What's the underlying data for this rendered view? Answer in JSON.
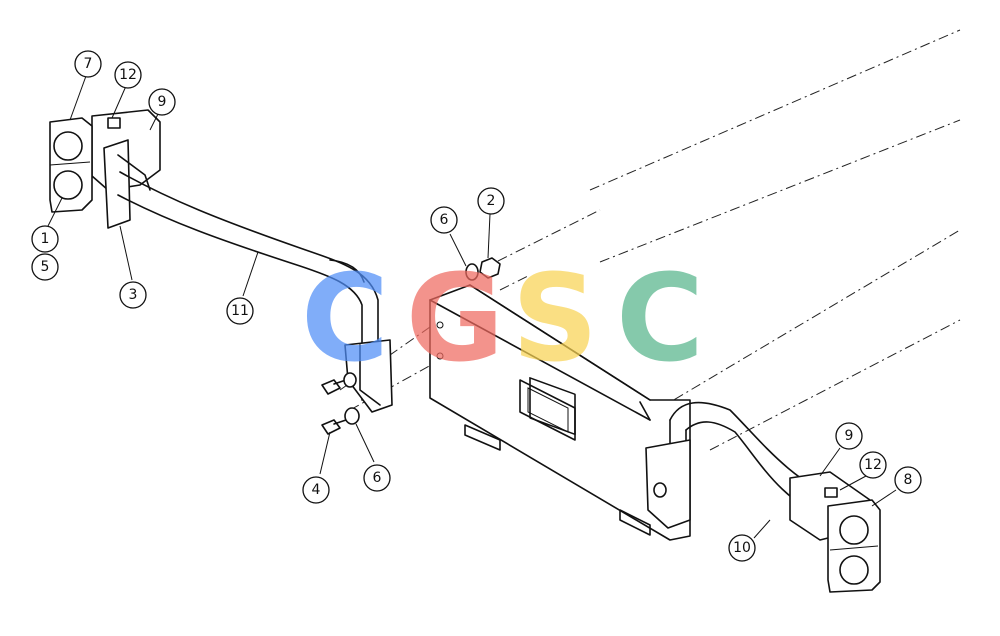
{
  "callouts": [
    {
      "label": "7"
    },
    {
      "label": "12"
    },
    {
      "label": "9"
    },
    {
      "label": "1"
    },
    {
      "label": "5"
    },
    {
      "label": "3"
    },
    {
      "label": "11"
    },
    {
      "label": "6"
    },
    {
      "label": "2"
    },
    {
      "label": "4"
    },
    {
      "label": "6"
    },
    {
      "label": "9"
    },
    {
      "label": "12"
    },
    {
      "label": "8"
    },
    {
      "label": "10"
    }
  ],
  "watermark": {
    "letters": [
      "C",
      "G",
      "S",
      "C"
    ],
    "colors": [
      "#4f8ef7",
      "#ee6a5f",
      "#f8d253",
      "#56b48a"
    ]
  }
}
